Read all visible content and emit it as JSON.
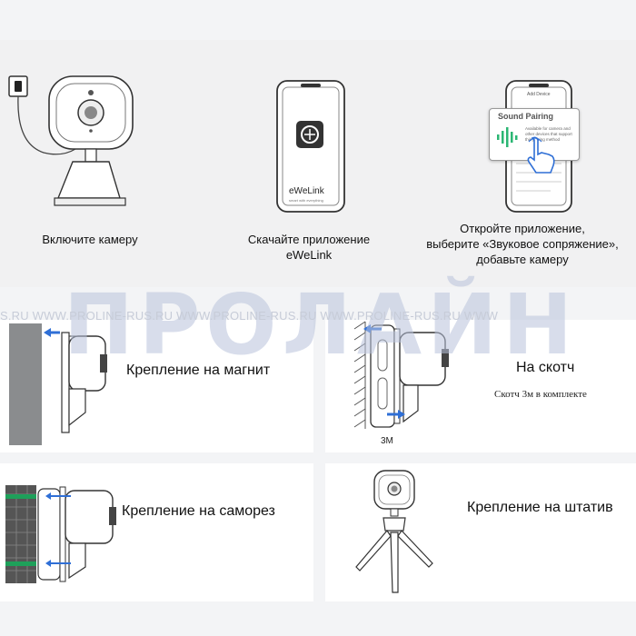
{
  "steps": [
    {
      "caption_lines": [
        "Включите камеру"
      ]
    },
    {
      "caption_lines": [
        "Скачайте приложение",
        "eWeLink"
      ]
    },
    {
      "caption_lines": [
        "Откройте приложение,",
        "выберите «Звуковое сопряжение»,",
        "добавьте камеру"
      ]
    }
  ],
  "phone_app": {
    "app_name": "eWeLink",
    "app_tagline": "smart with everything"
  },
  "phone_pairing": {
    "header": "Add Device",
    "popup_title": "Sound Pairing",
    "popup_desc": "Available for camera and other devices that support this pairing method"
  },
  "watermark": {
    "big_text": "ПРОЛАЙН",
    "url_line": "S.RU   WWW.PROLINE-RUS.RU   WWW.PROLINE-RUS.RU   WWW.PROLINE-RUS.RU   WWW"
  },
  "mounts": {
    "magnet": {
      "label": "Крепление на магнит"
    },
    "tape": {
      "label": "На скотч",
      "sub": "Скотч 3м в комплекте",
      "tape_tag": "3M"
    },
    "screw": {
      "label": "Крепление на саморез"
    },
    "tripod": {
      "label": "Крепление на штатив"
    }
  },
  "colors": {
    "accent_blue": "#2f6fd6",
    "pairing_green": "#2bb673",
    "wall_gray": "#8a8c8e",
    "screw_green": "#1ea05a"
  }
}
